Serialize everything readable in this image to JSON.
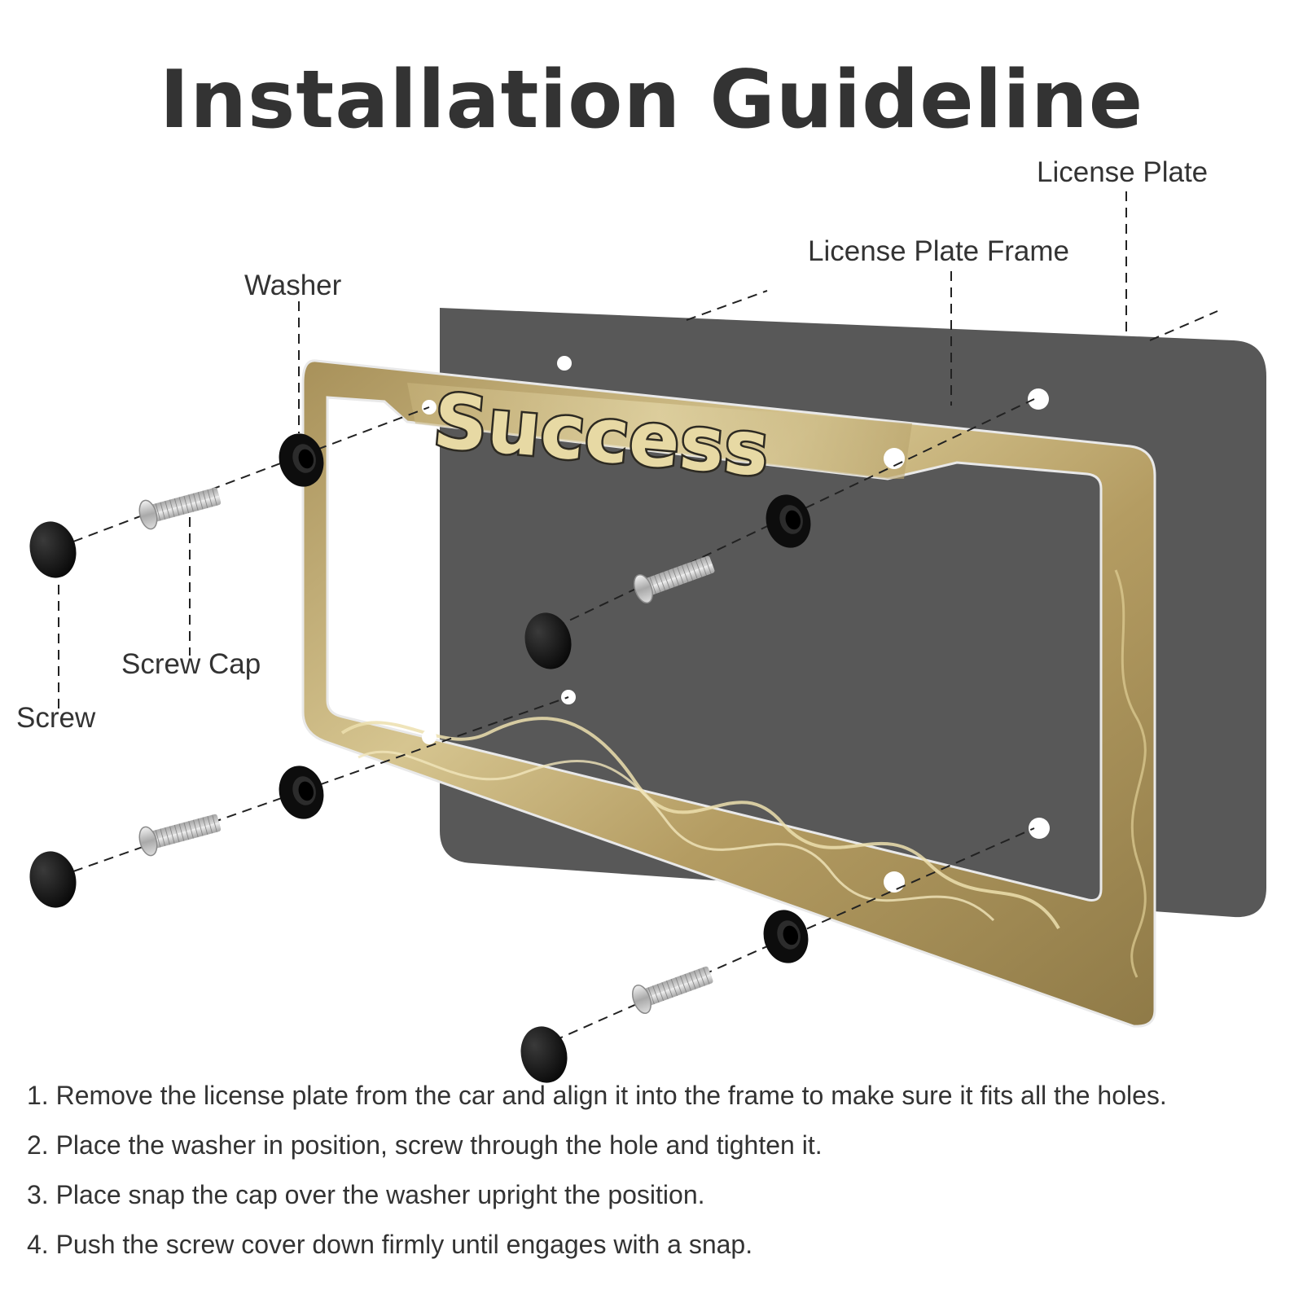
{
  "title": "Installation Guideline",
  "labels": {
    "license_plate": "License Plate",
    "license_plate_frame": "License Plate Frame",
    "washer": "Washer",
    "screw_cap": "Screw Cap",
    "screw": "Screw"
  },
  "frame_text": "Success",
  "steps": [
    "1. Remove the license plate from the car and align it into the frame to make sure it fits all the holes.",
    "2. Place the washer in position, screw through the hole and tighten it.",
    "3. Place snap the cap over the washer upright the position.",
    "4. Push the screw cover down firmly until engages with a snap."
  ],
  "colors": {
    "plate": "#585858",
    "frame_gold": "#b9a36c",
    "frame_light": "#e6d8a6",
    "frame_dark": "#7d6a3c",
    "text": "#333333",
    "hardware_black": "#111111",
    "screw_silver": "#c8c8c8"
  }
}
